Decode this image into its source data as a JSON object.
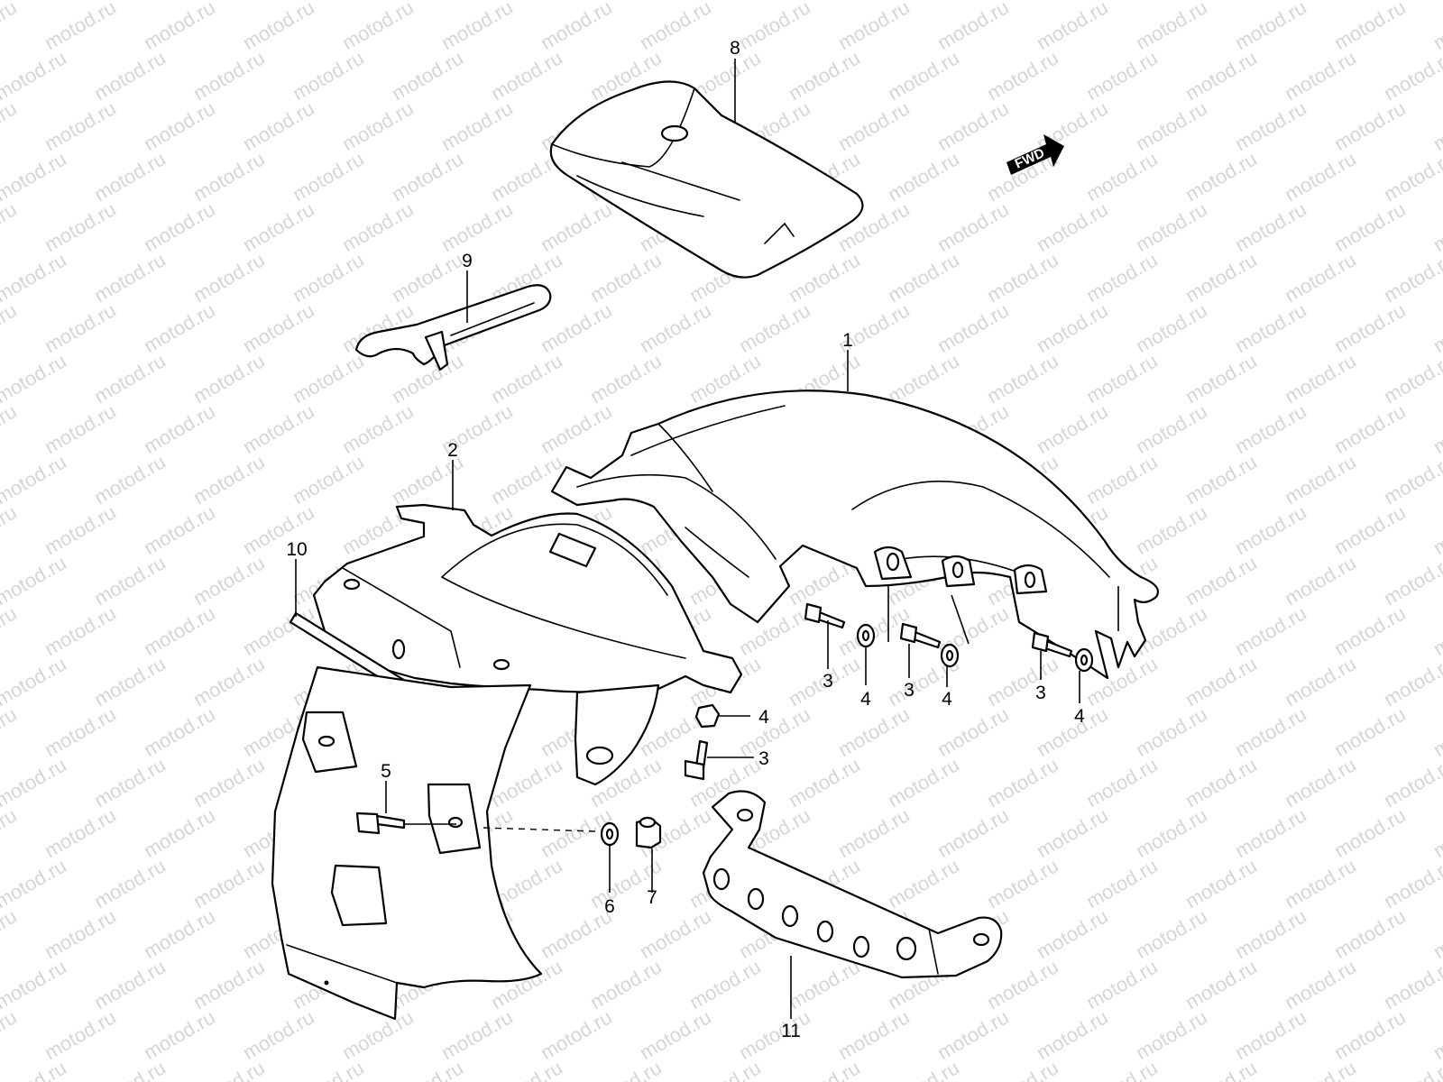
{
  "watermark": {
    "text": "motod.ru",
    "color": "#d6d6d6"
  },
  "direction_badge": {
    "label": "FWD",
    "icon": "forward-arrow-icon"
  },
  "callouts": {
    "p1": "1",
    "p2": "2",
    "p3a": "3",
    "p3b": "3",
    "p3c": "3",
    "p3d": "3",
    "p4a": "4",
    "p4b": "4",
    "p4c": "4",
    "p4d": "4",
    "p5": "5",
    "p6": "6",
    "p7": "7",
    "p8": "8",
    "p9": "9",
    "p10": "10",
    "p11": "11"
  }
}
